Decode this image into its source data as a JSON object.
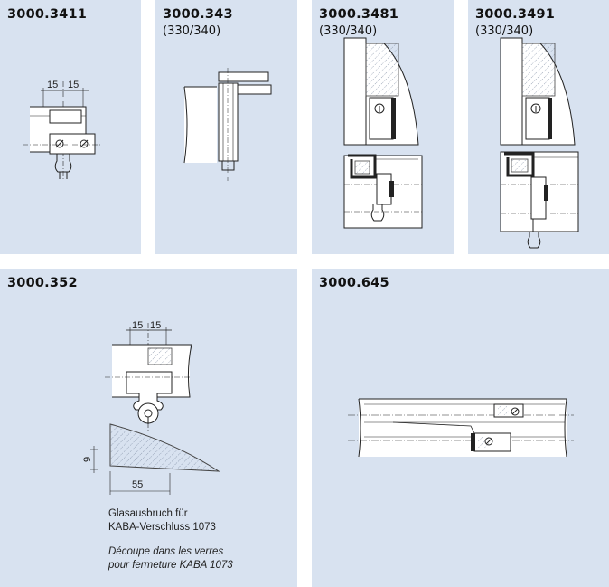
{
  "panels": [
    {
      "code": "3000.3411",
      "sub": ""
    },
    {
      "code": "3000.343",
      "sub": "(330/340)"
    },
    {
      "code": "3000.3481",
      "sub": "(330/340)"
    },
    {
      "code": "3000.3491",
      "sub": "(330/340)"
    },
    {
      "code": "3000.352",
      "sub": ""
    },
    {
      "code": "3000.645",
      "sub": ""
    }
  ],
  "dims": {
    "a": "15",
    "b": "15",
    "c": "15",
    "d": "15",
    "height": "9",
    "width": "55"
  },
  "caption": {
    "de1": "Glasausbruch für",
    "de2": "KABA-Verschluss 1073",
    "fr1": "Découpe dans les verres",
    "fr2": "pour fermeture KABA 1073"
  }
}
